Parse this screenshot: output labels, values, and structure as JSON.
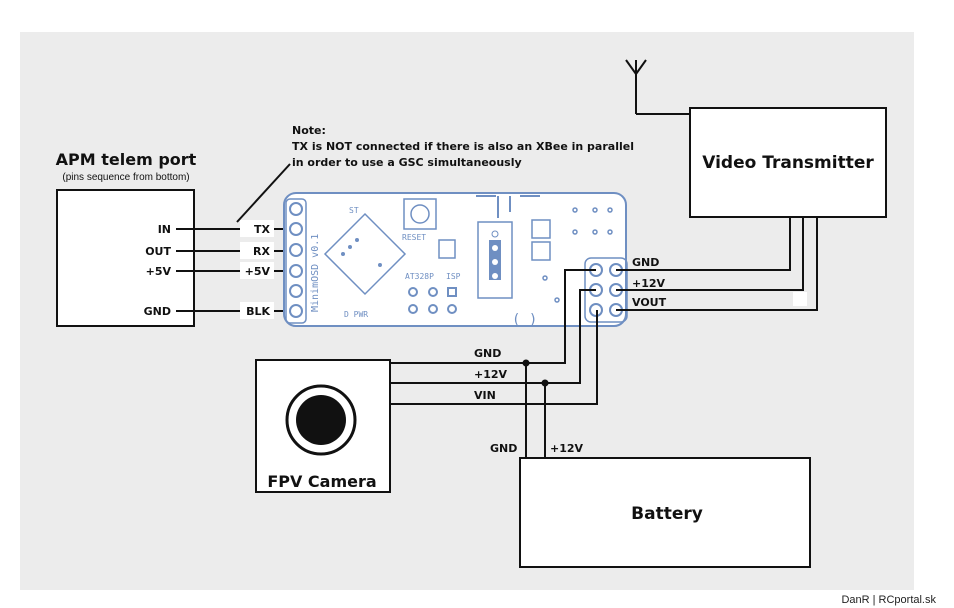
{
  "apm": {
    "title": "APM telem port",
    "subtitle": "(pins sequence from bottom)",
    "pins": [
      "IN",
      "OUT",
      "+5V",
      "GND"
    ]
  },
  "note": {
    "heading": "Note:",
    "line1": "TX is NOT connected if there is also an XBee in parallel",
    "line2": "in order to use a GSC simultaneously"
  },
  "osd": {
    "left_pins": [
      "TX",
      "RX",
      "+5V",
      "BLK"
    ],
    "right_pins": [
      "GND",
      "+12V",
      "VOUT"
    ],
    "silk_name": "MinimOSD v0.1",
    "silk_reset": "RESET",
    "silk_chip": "AT328P",
    "silk_isp": "ISP",
    "silk_pwr": "D PWR",
    "silk_st": "ST"
  },
  "camera": {
    "label": "FPV Camera",
    "wires": [
      "GND",
      "+12V",
      "VIN"
    ]
  },
  "transmitter": {
    "label": "Video Transmitter"
  },
  "battery": {
    "label": "Battery",
    "wires": [
      "GND",
      "+12V"
    ]
  },
  "credit": "DanR | RCportal.sk"
}
